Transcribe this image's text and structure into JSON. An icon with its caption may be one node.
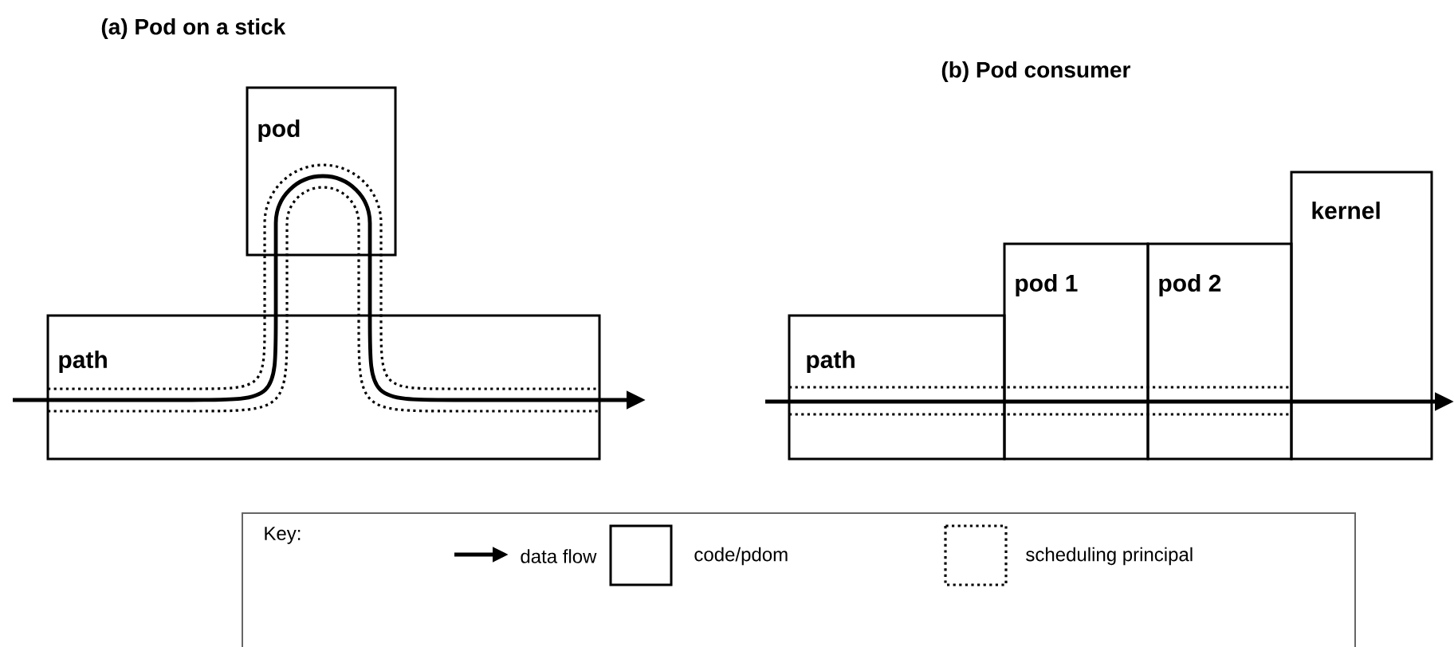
{
  "diagram": {
    "nodes": [
      {
        "text": [
          "path"
        ]
      },
      {
        "text": [
          "pod"
        ]
      },
      {
        "text": [
          "path"
        ]
      },
      {
        "text": [
          "pod 1"
        ]
      },
      {
        "text": [
          "pod 2"
        ]
      },
      {
        "text": [
          "kernel"
        ]
      }
    ],
    "labels": [
      "(a) Pod on a stick",
      "(b) Pod consumer",
      "Key:"
    ],
    "legend": [
      {
        "text": "data flow"
      },
      {
        "text": "code/pdom"
      },
      {
        "text": "scheduling principal"
      }
    ]
  }
}
